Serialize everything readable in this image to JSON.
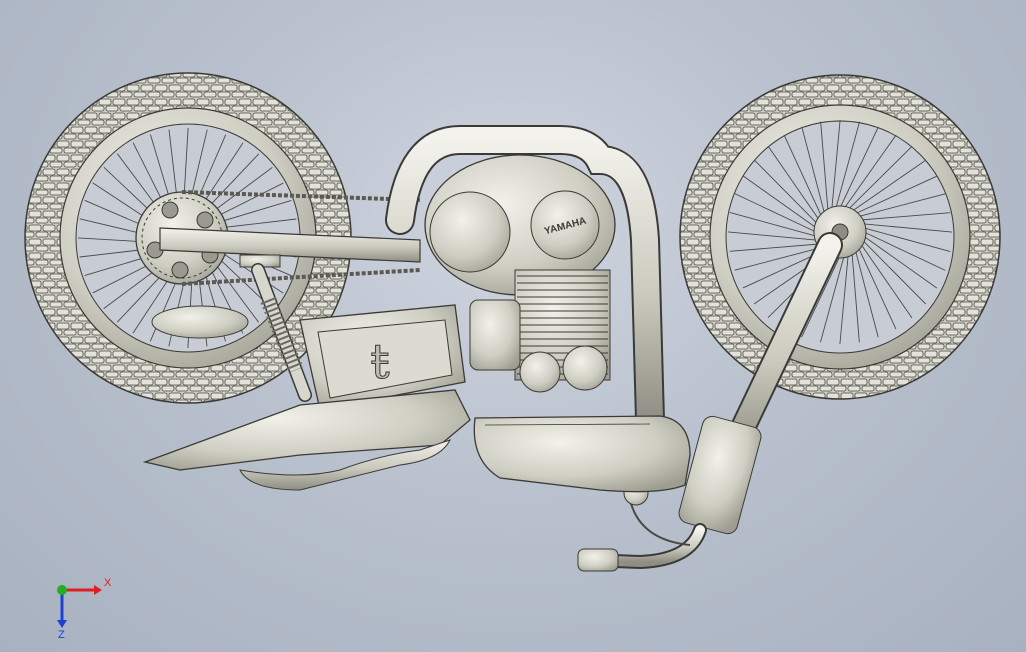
{
  "viewport": {
    "background_top": "#cfd5df",
    "background_bottom": "#a8b1c0"
  },
  "model": {
    "description_icon": "motorcycle-cad-model",
    "engine_brand": "YAMAHA",
    "tank_logo": "ŧ",
    "metal_color": "#d4d3c8",
    "edge_color": "#3a3a36"
  },
  "triad": {
    "x_label": "X",
    "z_label": "Z",
    "x_color": "#e02020",
    "y_color": "#20b020",
    "z_color": "#2040d0"
  }
}
